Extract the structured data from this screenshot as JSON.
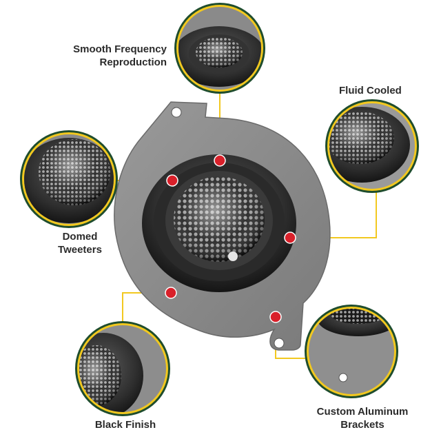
{
  "callouts": {
    "smooth": {
      "line1": "Smooth Frequency",
      "line2": "Reproduction"
    },
    "fluid": {
      "line1": "Fluid Cooled"
    },
    "domed": {
      "line1": "Domed",
      "line2": "Tweeters"
    },
    "black": {
      "line1": "Black Finish"
    },
    "custom": {
      "line1": "Custom Aluminum",
      "line2": "Brackets"
    }
  },
  "colors": {
    "ring": "#f2c81f",
    "ring_outline": "#1f4d2e",
    "leader_line": "#f2c81f",
    "dot": "#d9202a",
    "bracket": "#8a8a8a",
    "tweeter": "#2a2a2a",
    "text": "#2b2b2b"
  }
}
